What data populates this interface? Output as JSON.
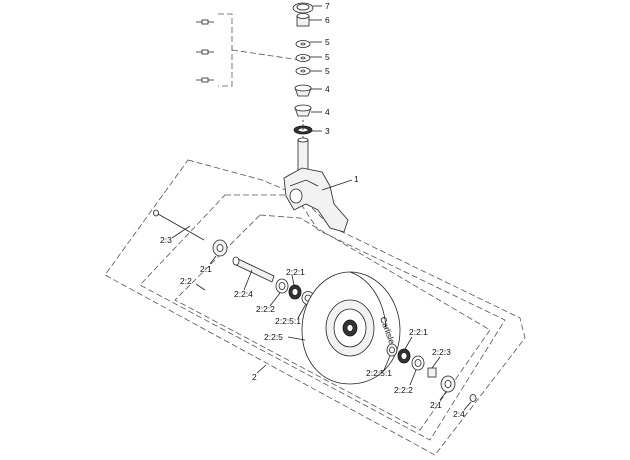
{
  "callouts": [
    {
      "id": "c7",
      "text": "7"
    },
    {
      "id": "c6",
      "text": "6"
    },
    {
      "id": "c5a",
      "text": "5"
    },
    {
      "id": "c5b",
      "text": "5"
    },
    {
      "id": "c5c",
      "text": "5"
    },
    {
      "id": "c4a",
      "text": "4"
    },
    {
      "id": "c4b",
      "text": "4"
    },
    {
      "id": "c3",
      "text": "3"
    },
    {
      "id": "c1",
      "text": "1"
    },
    {
      "id": "c23",
      "text": "2:3"
    },
    {
      "id": "c21a",
      "text": "2:1"
    },
    {
      "id": "c22",
      "text": "2:2"
    },
    {
      "id": "c224",
      "text": "2:2:4"
    },
    {
      "id": "c221a",
      "text": "2:2:1"
    },
    {
      "id": "c222a",
      "text": "2:2:2"
    },
    {
      "id": "c2251a",
      "text": "2:2:5:1"
    },
    {
      "id": "c225",
      "text": "2:2:5"
    },
    {
      "id": "c221b",
      "text": "2:2:1"
    },
    {
      "id": "c2251b",
      "text": "2:2:5:1"
    },
    {
      "id": "c223",
      "text": "2:2:3"
    },
    {
      "id": "c222b",
      "text": "2:2:2"
    },
    {
      "id": "c21b",
      "text": "2:1"
    },
    {
      "id": "c24",
      "text": "2:4"
    },
    {
      "id": "c2",
      "text": "2"
    }
  ],
  "tire_text": "Carlisle"
}
